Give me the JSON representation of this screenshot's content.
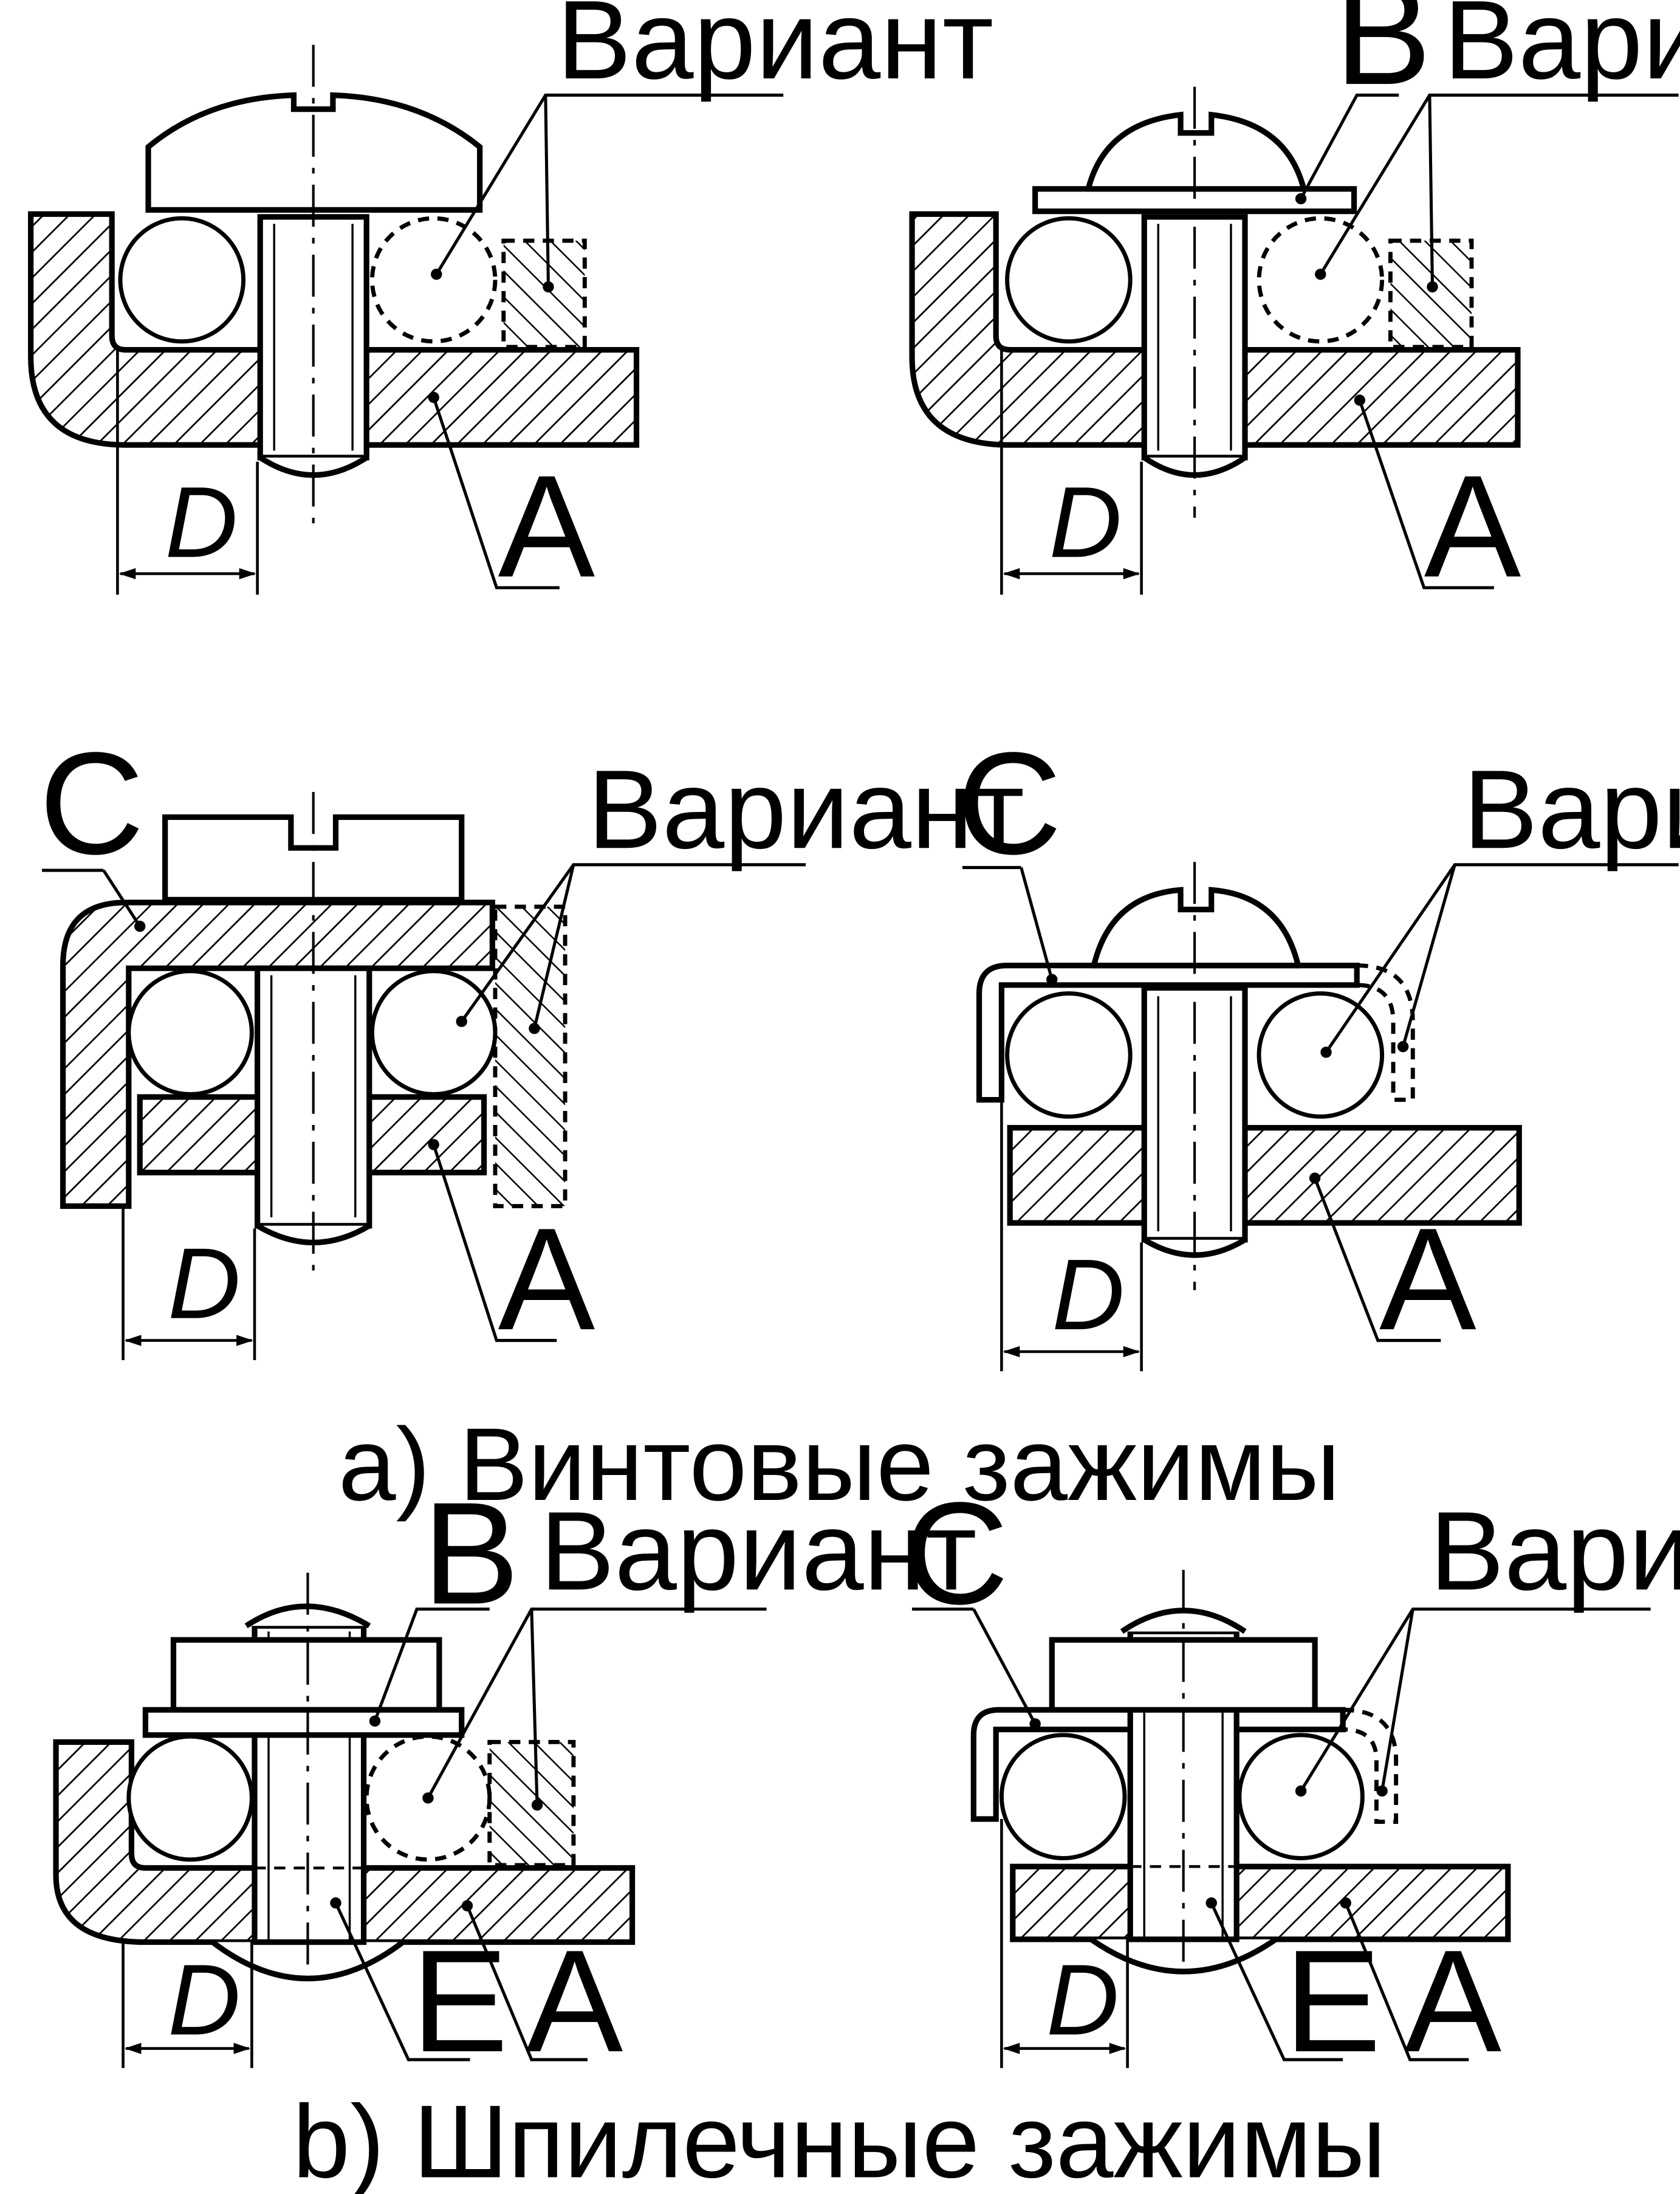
{
  "labels": {
    "variant": "Вариант",
    "A": "A",
    "B": "B",
    "C": "C",
    "D": "D",
    "E": "E"
  },
  "captions": {
    "screw_terminals": "a) Винтовые зажимы",
    "stud_terminals": "b) Шпилечные зажимы"
  }
}
